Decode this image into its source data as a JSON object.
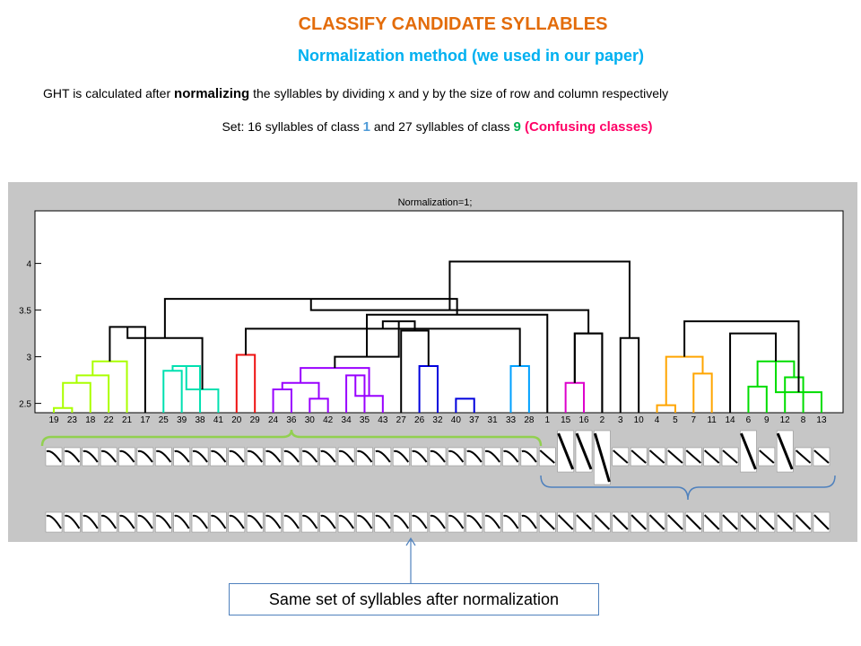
{
  "header": {
    "title": "CLASSIFY CANDIDATE SYLLABLES",
    "subtitle": "Normalization method (we used in our paper)",
    "ght_before": "GHT is calculated after ",
    "ght_bold": "normalizing",
    "ght_after": "  the syllables by dividing x and y by the size of row and column respectively",
    "set_before": "Set: 16 syllables of class ",
    "class_a": "1",
    "set_middle": " and  27 syllables of class ",
    "class_b": "9",
    "confusing": " (Confusing  classes)"
  },
  "dendrogram": {
    "title": "Normalization=1;",
    "ytick_labels": [
      "2.5",
      "3",
      "3.5",
      "4"
    ],
    "leaf_labels": [
      "19",
      "23",
      "18",
      "22",
      "21",
      "17",
      "25",
      "39",
      "38",
      "41",
      "20",
      "29",
      "24",
      "36",
      "30",
      "42",
      "34",
      "35",
      "43",
      "27",
      "26",
      "32",
      "40",
      "37",
      "31",
      "33",
      "28",
      "1",
      "15",
      "16",
      "2",
      "3",
      "10",
      "4",
      "5",
      "7",
      "11",
      "14",
      "6",
      "9",
      "12",
      "8",
      "13"
    ],
    "cluster_colors": [
      "#AAFF00",
      "#00E0B0",
      "#EE1111",
      "#9900FF",
      "#0000DD",
      "#00A0FF",
      "#DD00CC",
      "#FFA500",
      "#00DD00"
    ]
  },
  "callout": {
    "text": "Same set of syllables after normalization"
  }
}
